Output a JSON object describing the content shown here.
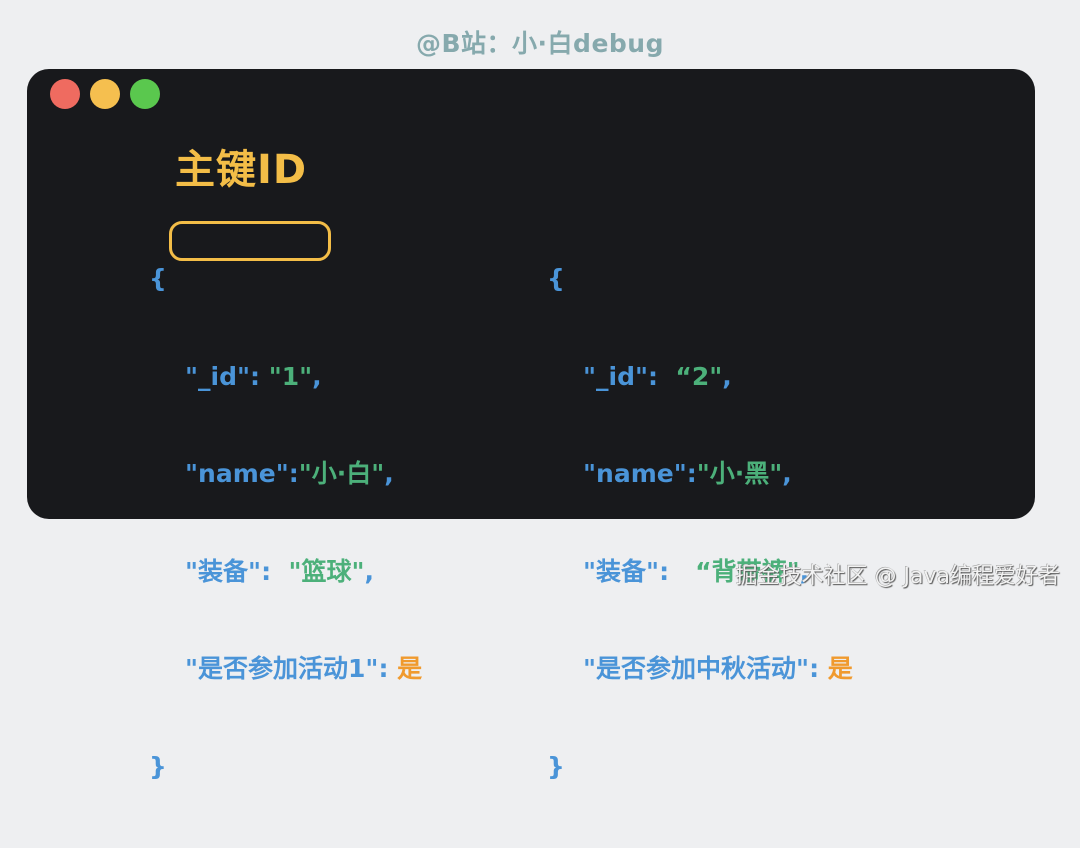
{
  "header": {
    "watermark": "@B站：小·白debug"
  },
  "window": {
    "controls": [
      "close",
      "minimize",
      "maximize"
    ],
    "title": "主键ID",
    "colors": {
      "background": "#18191c",
      "title": "#f3bd47",
      "key": "#4a94d8",
      "string": "#4cb07a",
      "value": "#f09a2e",
      "highlight": "#f3bd47"
    },
    "documents": [
      {
        "open_brace": "{",
        "lines": [
          {
            "key": "\"_id\"",
            "sep": ": ",
            "value": "\"1\"",
            "value_type": "string",
            "tail": ",",
            "highlighted": true
          },
          {
            "key": "\"name\"",
            "sep": ":",
            "value": "\"小·白\"",
            "value_type": "string",
            "tail": ","
          },
          {
            "key": "\"装备\"",
            "sep": ":  ",
            "value": "\"篮球\"",
            "value_type": "string",
            "tail": ","
          },
          {
            "key": "\"是否参加活动1\"",
            "sep": ": ",
            "value": "是",
            "value_type": "value",
            "tail": ""
          }
        ],
        "close_brace": "}"
      },
      {
        "open_brace": "{",
        "lines": [
          {
            "key": "\"_id\"",
            "sep": ":  ",
            "value": "“2\"",
            "value_type": "string",
            "tail": ","
          },
          {
            "key": "\"name\"",
            "sep": ":",
            "value": "\"小·黑\"",
            "value_type": "string",
            "tail": ","
          },
          {
            "key": "\"装备\"",
            "sep": ":   ",
            "value": "“背带裤\"",
            "value_type": "string",
            "tail": ","
          },
          {
            "key": "\"是否参加中秋活动\"",
            "sep": ": ",
            "value": "是",
            "value_type": "value",
            "tail": ""
          }
        ],
        "close_brace": "}"
      }
    ]
  },
  "footer": {
    "watermark": "掘金技术社区 @ Java编程爱好者"
  }
}
